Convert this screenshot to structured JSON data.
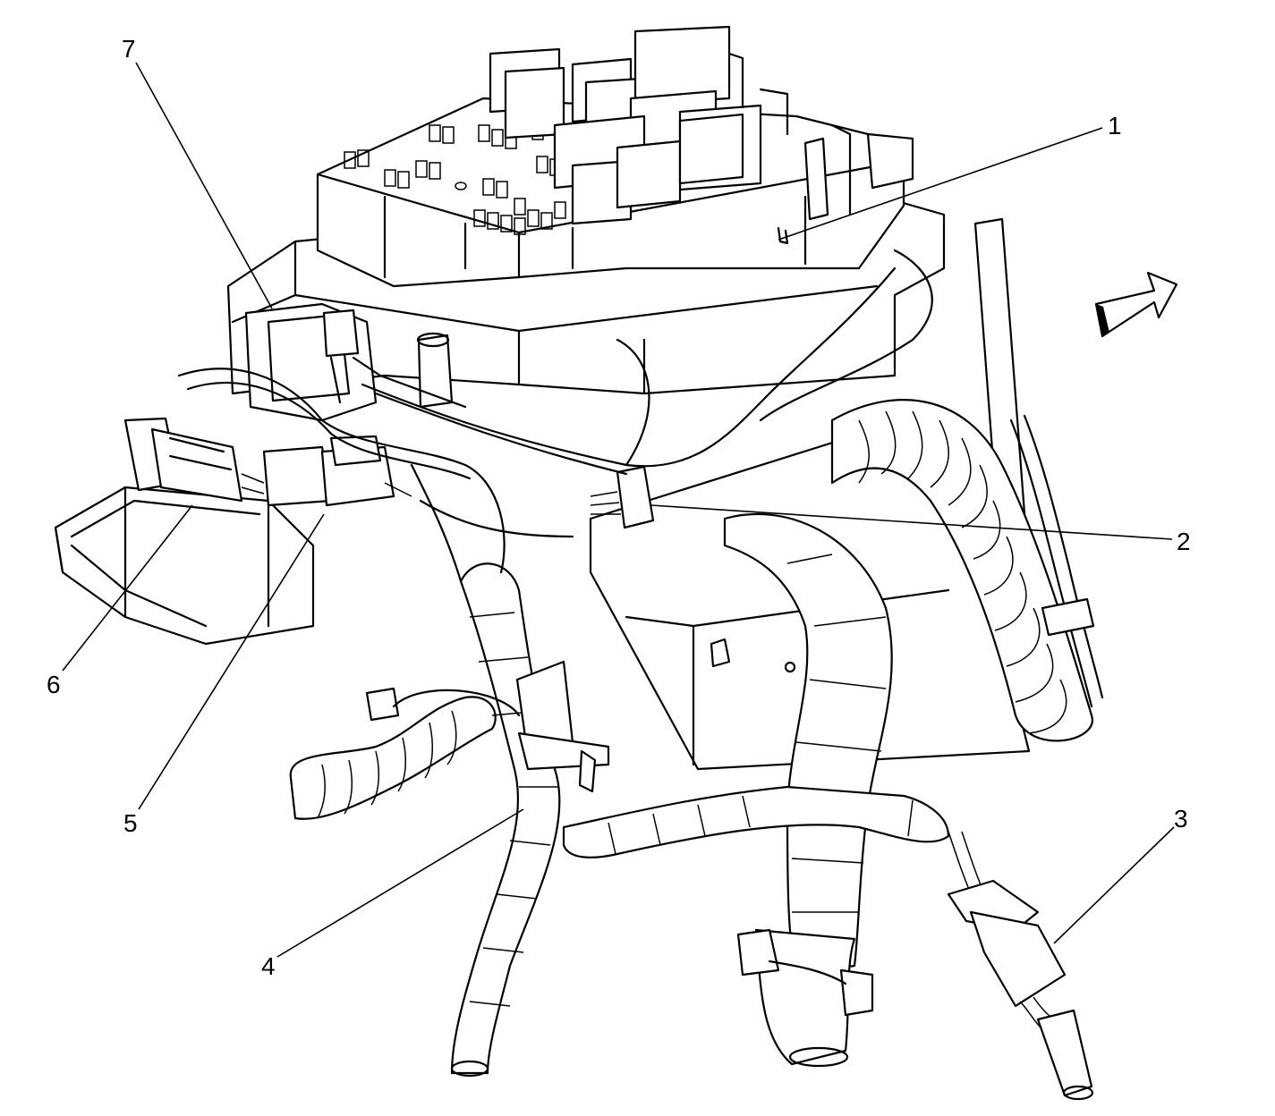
{
  "diagram": {
    "callouts": [
      {
        "id": "1",
        "label": "1"
      },
      {
        "id": "2",
        "label": "2"
      },
      {
        "id": "3",
        "label": "3"
      },
      {
        "id": "4",
        "label": "4"
      },
      {
        "id": "5",
        "label": "5"
      },
      {
        "id": "6",
        "label": "6"
      },
      {
        "id": "7",
        "label": "7"
      }
    ],
    "direction_arrow_icon": "forward-arrow-icon",
    "colors": {
      "line": "#000000",
      "background": "#ffffff"
    }
  }
}
